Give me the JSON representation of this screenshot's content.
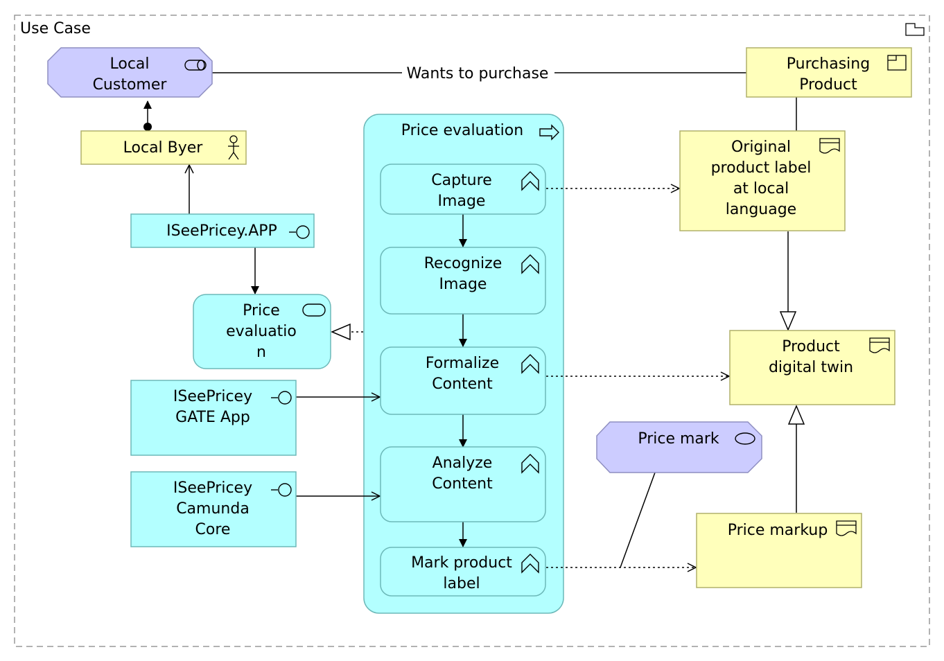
{
  "frame": {
    "title": "Use Case",
    "icon": "package-icon"
  },
  "nodes": {
    "local_customer": {
      "label": "Local\nCustomer",
      "kind": "business-role",
      "icon": "role-icon"
    },
    "purchasing_product": {
      "label": "Purchasing\nProduct",
      "kind": "product",
      "icon": "product-icon"
    },
    "local_byer": {
      "label": "Local Byer",
      "kind": "business-actor",
      "icon": "actor-icon"
    },
    "iseepricey_app": {
      "label": "ISeePricey.APP",
      "kind": "application-interface",
      "icon": "interface-icon"
    },
    "price_evaluation_service": {
      "label": "Price\nevaluatio\nn",
      "kind": "application-service",
      "icon": "service-icon"
    },
    "price_evaluation_process": {
      "label": "Price evaluation",
      "kind": "application-process",
      "icon": "process-arrow-icon"
    },
    "capture_image": {
      "label": "Capture\nImage",
      "kind": "application-function",
      "icon": "function-icon"
    },
    "recognize_image": {
      "label": "Recognize\nImage",
      "kind": "application-function",
      "icon": "function-icon"
    },
    "formalize_content": {
      "label": "Formalize\nContent",
      "kind": "application-function",
      "icon": "function-icon"
    },
    "analyze_content": {
      "label": "Analyze\nContent",
      "kind": "application-function",
      "icon": "function-icon"
    },
    "mark_product_label": {
      "label": "Mark product\nlabel",
      "kind": "application-function",
      "icon": "function-icon"
    },
    "gate_app": {
      "label": "ISeePricey\nGATE App",
      "kind": "application-interface",
      "icon": "interface-icon"
    },
    "camunda_core": {
      "label": "ISeePricey\nCamunda\nCore",
      "kind": "application-interface",
      "icon": "interface-icon"
    },
    "original_label": {
      "label": "Original\nproduct label\nat local\nlanguage",
      "kind": "business-object",
      "icon": "document-icon"
    },
    "digital_twin": {
      "label": "Product\ndigital twin",
      "kind": "business-object",
      "icon": "document-icon"
    },
    "price_mark": {
      "label": "Price mark",
      "kind": "business-event",
      "icon": "event-icon"
    },
    "price_markup": {
      "label": "Price markup",
      "kind": "business-object",
      "icon": "document-icon"
    }
  },
  "relations": {
    "wants_to_purchase": "Wants to purchase"
  },
  "colors": {
    "business_yellow": "#ffffbb",
    "application_cyan": "#b3ffff",
    "role_purple": "#ccccff",
    "frame_border": "#999999"
  }
}
